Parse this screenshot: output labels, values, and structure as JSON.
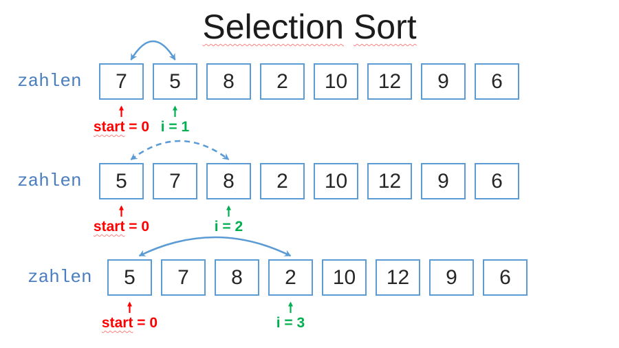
{
  "title": "Selection Sort",
  "title_words": [
    "Selection",
    "Sort"
  ],
  "colors": {
    "accent_blue": "#5B9BD5",
    "label_blue": "#4A7EBE",
    "start_red": "#FF0000",
    "index_green": "#00B050",
    "squiggle_red": "#FF8080",
    "text_dark": "#262626"
  },
  "rows": [
    {
      "label": "zahlen",
      "values": [
        "7",
        "5",
        "8",
        "2",
        "10",
        "12",
        "9",
        "6"
      ],
      "start_label": "start = 0",
      "start_index": 0,
      "i_label": "i = 1",
      "i_index": 1,
      "arc": {
        "from": 0,
        "to": 1,
        "style": "solid"
      }
    },
    {
      "label": "zahlen",
      "values": [
        "5",
        "7",
        "8",
        "2",
        "10",
        "12",
        "9",
        "6"
      ],
      "start_label": "start = 0",
      "start_index": 0,
      "i_label": "i = 2",
      "i_index": 2,
      "arc": {
        "from": 0,
        "to": 2,
        "style": "dashed"
      }
    },
    {
      "label": "zahlen",
      "values": [
        "5",
        "7",
        "8",
        "2",
        "10",
        "12",
        "9",
        "6"
      ],
      "start_label": "start = 0",
      "start_index": 0,
      "i_label": "i = 3",
      "i_index": 3,
      "arc": {
        "from": 0,
        "to": 3,
        "style": "solid"
      }
    }
  ]
}
